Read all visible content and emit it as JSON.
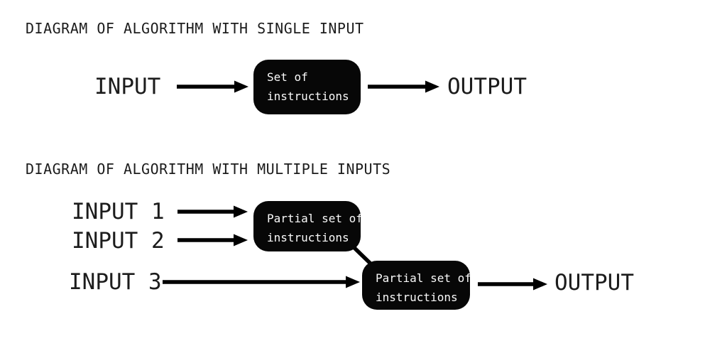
{
  "colors": {
    "background": "#ffffff",
    "text": "#1c1c1c",
    "box_fill": "#070707",
    "box_text": "#fafafa",
    "arrow": "#000000"
  },
  "diagram_single": {
    "title": "DIAGRAM OF ALGORITHM WITH SINGLE INPUT",
    "input_label": "INPUT",
    "box_line1": "Set of",
    "box_line2": "instructions",
    "output_label": "OUTPUT"
  },
  "diagram_multiple": {
    "title": "DIAGRAM OF ALGORITHM WITH MULTIPLE INPUTS",
    "input1_label": "INPUT 1",
    "input2_label": "INPUT 2",
    "input3_label": "INPUT 3",
    "box1_line1": "Partial set of",
    "box1_line2": "instructions",
    "box2_line1": "Partial set of",
    "box2_line2": "instructions",
    "output_label": "OUTPUT"
  }
}
